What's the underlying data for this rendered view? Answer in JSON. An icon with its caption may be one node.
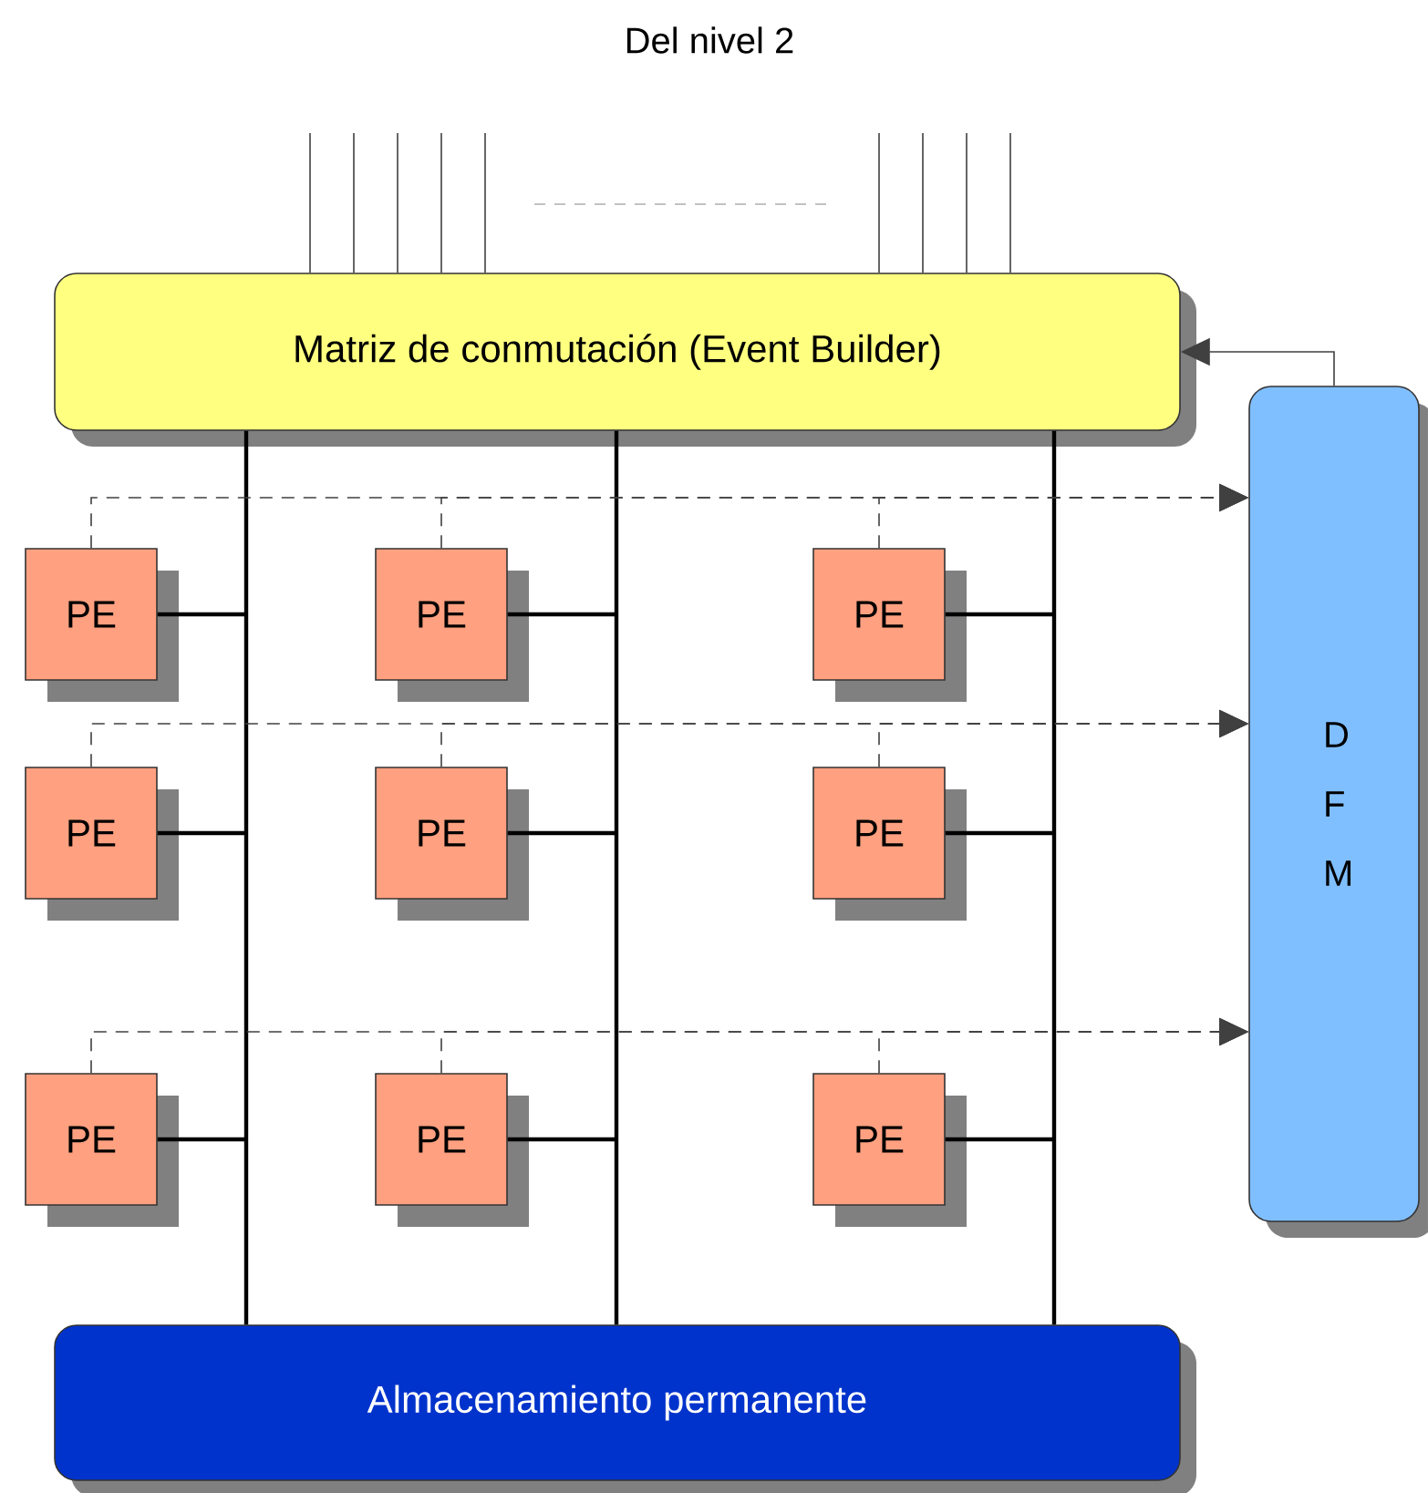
{
  "diagram": {
    "title": "Del nivel 2",
    "nodes": [
      {
        "text": [
          "Matriz de conmutación (Event Builder)"
        ]
      },
      {
        "text": [
          "D F M"
        ]
      },
      {
        "text": [
          "Almacenamiento permanente"
        ]
      },
      {
        "text": [
          "PE"
        ]
      },
      {
        "text": [
          "PE"
        ]
      },
      {
        "text": [
          "PE"
        ]
      },
      {
        "text": [
          "PE"
        ]
      },
      {
        "text": [
          "PE"
        ]
      },
      {
        "text": [
          "PE"
        ]
      },
      {
        "text": [
          "PE"
        ]
      },
      {
        "text": [
          "PE"
        ]
      },
      {
        "text": [
          "PE"
        ]
      }
    ],
    "edges": [
      {
        "from": null,
        "to": 0,
        "arrow": "none"
      },
      {
        "from": null,
        "to": 0,
        "arrow": "none"
      },
      {
        "from": null,
        "to": 0,
        "arrow": "none"
      },
      {
        "from": null,
        "to": 0,
        "arrow": "none"
      },
      {
        "from": null,
        "to": 0,
        "arrow": "none"
      },
      {
        "from": null,
        "to": 0,
        "arrow": "none"
      },
      {
        "from": null,
        "to": 0,
        "arrow": "none"
      },
      {
        "from": null,
        "to": 0,
        "arrow": "none"
      },
      {
        "from": null,
        "to": 0,
        "arrow": "none"
      },
      {
        "from": 1,
        "to": 0,
        "arrow": "to"
      },
      {
        "from": 3,
        "to": 0,
        "arrow": "none"
      },
      {
        "from": 3,
        "to": 2,
        "arrow": "none"
      },
      {
        "from": 3,
        "to": 1,
        "arrow": "to",
        "style": "dashed"
      },
      {
        "from": 4,
        "to": 0,
        "arrow": "none"
      },
      {
        "from": 4,
        "to": 2,
        "arrow": "none"
      },
      {
        "from": 4,
        "to": 1,
        "arrow": "to",
        "style": "dashed"
      },
      {
        "from": 5,
        "to": 0,
        "arrow": "none"
      },
      {
        "from": 5,
        "to": 2,
        "arrow": "none"
      },
      {
        "from": 5,
        "to": 1,
        "arrow": "to",
        "style": "dashed"
      },
      {
        "from": 6,
        "to": 0,
        "arrow": "none"
      },
      {
        "from": 6,
        "to": 2,
        "arrow": "none"
      },
      {
        "from": 6,
        "to": 1,
        "arrow": "to",
        "style": "dashed"
      },
      {
        "from": 7,
        "to": 0,
        "arrow": "none"
      },
      {
        "from": 7,
        "to": 2,
        "arrow": "none"
      },
      {
        "from": 7,
        "to": 1,
        "arrow": "to",
        "style": "dashed"
      },
      {
        "from": 8,
        "to": 0,
        "arrow": "none"
      },
      {
        "from": 8,
        "to": 2,
        "arrow": "none"
      },
      {
        "from": 8,
        "to": 1,
        "arrow": "to",
        "style": "dashed"
      },
      {
        "from": 9,
        "to": 0,
        "arrow": "none"
      },
      {
        "from": 9,
        "to": 2,
        "arrow": "none"
      },
      {
        "from": 9,
        "to": 1,
        "arrow": "to",
        "style": "dashed"
      },
      {
        "from": 10,
        "to": 0,
        "arrow": "none"
      },
      {
        "from": 10,
        "to": 2,
        "arrow": "none"
      },
      {
        "from": 10,
        "to": 1,
        "arrow": "to",
        "style": "dashed"
      },
      {
        "from": 11,
        "to": 0,
        "arrow": "none"
      },
      {
        "from": 11,
        "to": 2,
        "arrow": "none"
      },
      {
        "from": 11,
        "to": 1,
        "arrow": "to",
        "style": "dashed"
      }
    ]
  }
}
